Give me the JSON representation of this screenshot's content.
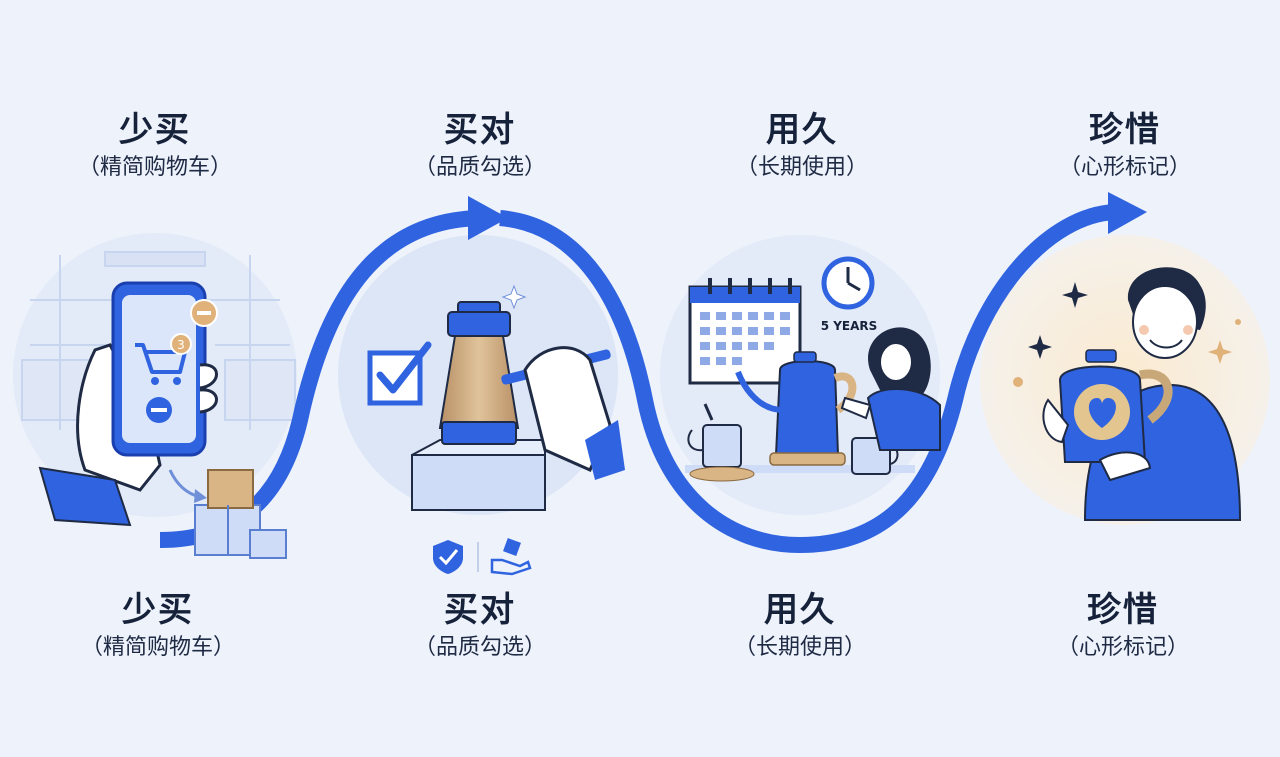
{
  "stages": [
    {
      "title": "少买",
      "subtitle": "（精简购物车）",
      "icon": "phone-cart-icon"
    },
    {
      "title": "买对",
      "subtitle": "（品质勾选）",
      "icon": "checkbox-pour-over-icon"
    },
    {
      "title": "用久",
      "subtitle": "（长期使用）",
      "icon": "kettle-calendar-icon"
    },
    {
      "title": "珍惜",
      "subtitle": "（心形标记）",
      "icon": "heart-kettle-icon"
    }
  ],
  "badges": {
    "cart_count": "3",
    "years_label": "5 YEARS"
  },
  "colors": {
    "accent": "#2f63e0",
    "accent_light": "#cfdcf7",
    "background": "#edf2fb",
    "wood": "#c8a878",
    "warm_glow": "#f7e6c8",
    "text": "#16213a"
  }
}
